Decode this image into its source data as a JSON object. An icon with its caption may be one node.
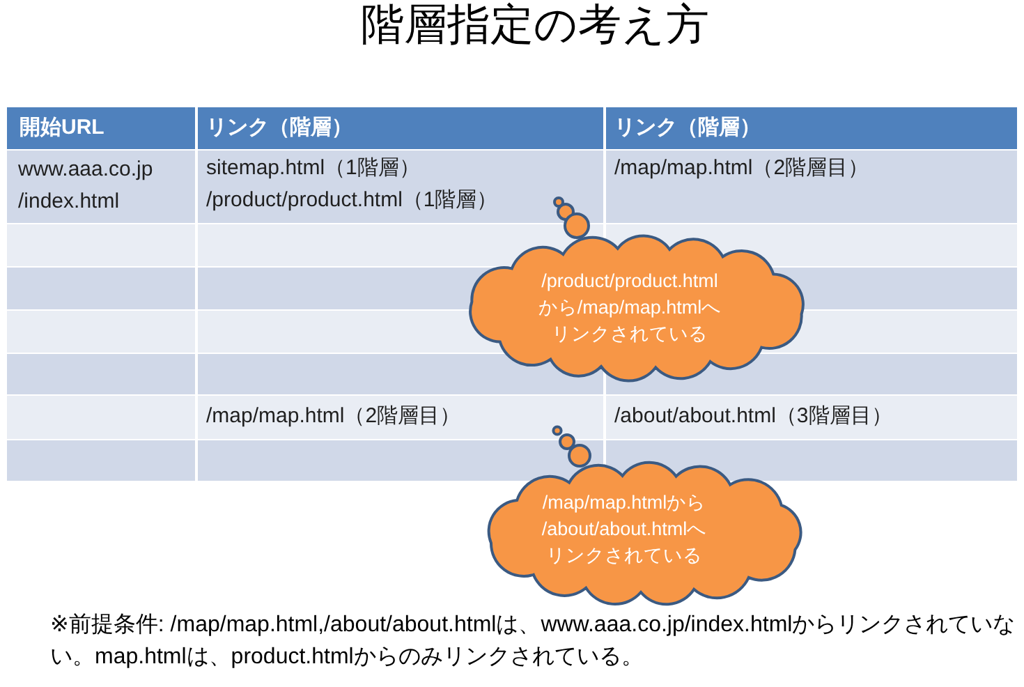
{
  "diagram": {
    "title": "階層指定の考え方",
    "nodes": [
      {
        "text": [
          "/product/product.htmlから/map/map.htmlへリンクされている"
        ]
      },
      {
        "text": [
          "/map/map.htmlから/about/about.htmlへリンクされている"
        ]
      }
    ],
    "labels": [
      "開始URL",
      "リンク（階層）",
      "リンク（階層）",
      "www.aaa.co.jp /index.html",
      "sitemap.html（1階層）",
      "/product/product.html（1階層）",
      "/map/map.html（2階層目）",
      "/map/map.html（2階層目）",
      "/about/about.html（3階層目）",
      "※前提条件: /map/map.html,/about/about.htmlは、www.aaa.co.jp/index.htmlからリンクされていない。map.htmlは、product.htmlからのみリンクされている。"
    ]
  }
}
